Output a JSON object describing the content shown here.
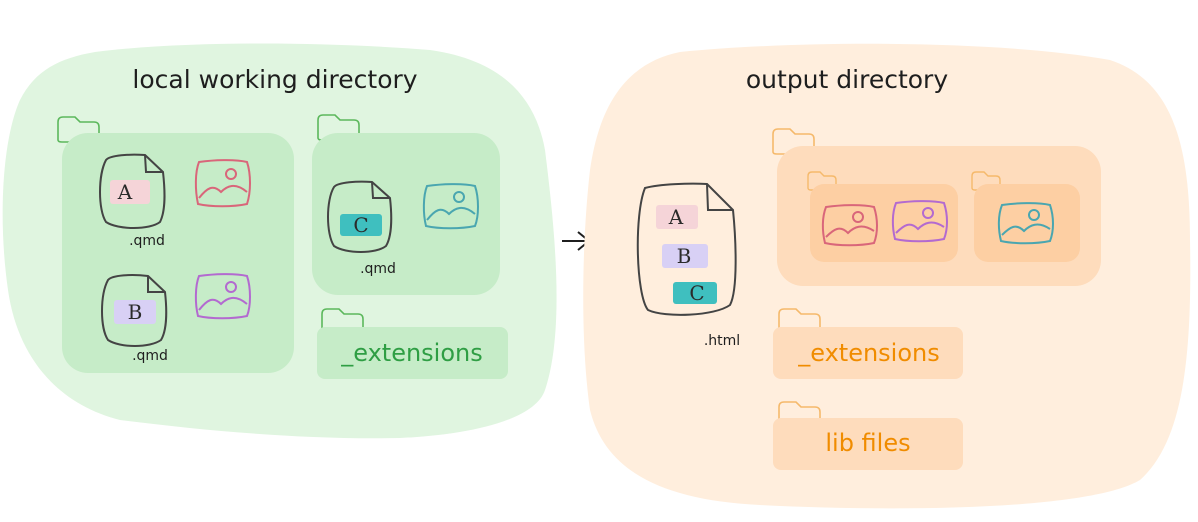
{
  "left": {
    "title": "local working directory",
    "files": [
      {
        "letter": "A",
        "ext": ".qmd"
      },
      {
        "letter": "B",
        "ext": ".qmd"
      },
      {
        "letter": "C",
        "ext": ".qmd"
      }
    ],
    "extensions_label": "_extensions"
  },
  "right": {
    "title": "output directory",
    "output_file": {
      "letters": [
        "A",
        "B",
        "C"
      ],
      "ext": ".html"
    },
    "extensions_label": "_extensions",
    "lib_label": "lib files"
  },
  "colors": {
    "left_bg": "#e0f5e0",
    "left_panel": "#c6ecc8",
    "left_text": "#2f9e44",
    "right_bg": "#ffeedd",
    "right_panel": "#fedcbc",
    "right_text": "#f08c00",
    "letter_a": "#f5d4d8",
    "letter_b": "#d8d0f5",
    "letter_c": "#3fbfbf",
    "image_red": "#d9667a",
    "image_purple": "#b36ad0",
    "image_teal": "#4aa6b0"
  }
}
